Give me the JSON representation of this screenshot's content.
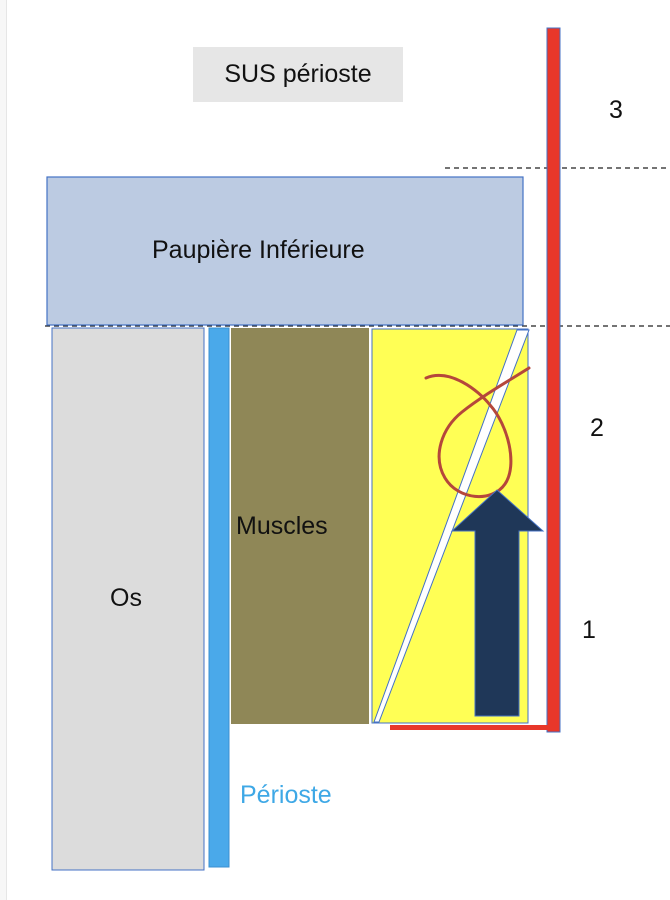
{
  "title": "SUS périoste",
  "labels": {
    "eyelid": "Paupière Inférieure",
    "bone": "Os",
    "muscles": "Muscles",
    "periosteum": "Périoste"
  },
  "zones": [
    "1",
    "2",
    "3"
  ],
  "colors": {
    "title_bg": "#e6e6e6",
    "eyelid_fill": "#bccbe2",
    "eyelid_stroke": "#4472c4",
    "bone_fill": "#dcdcdc",
    "periosteum": "#4aa9ea",
    "muscles": "#8f8757",
    "yellow": "#ffff55",
    "arrow": "#1f3758",
    "red_line": "#e8372a",
    "suture_loop": "#b5473b",
    "periosteum_text": "#3ea8e6"
  }
}
